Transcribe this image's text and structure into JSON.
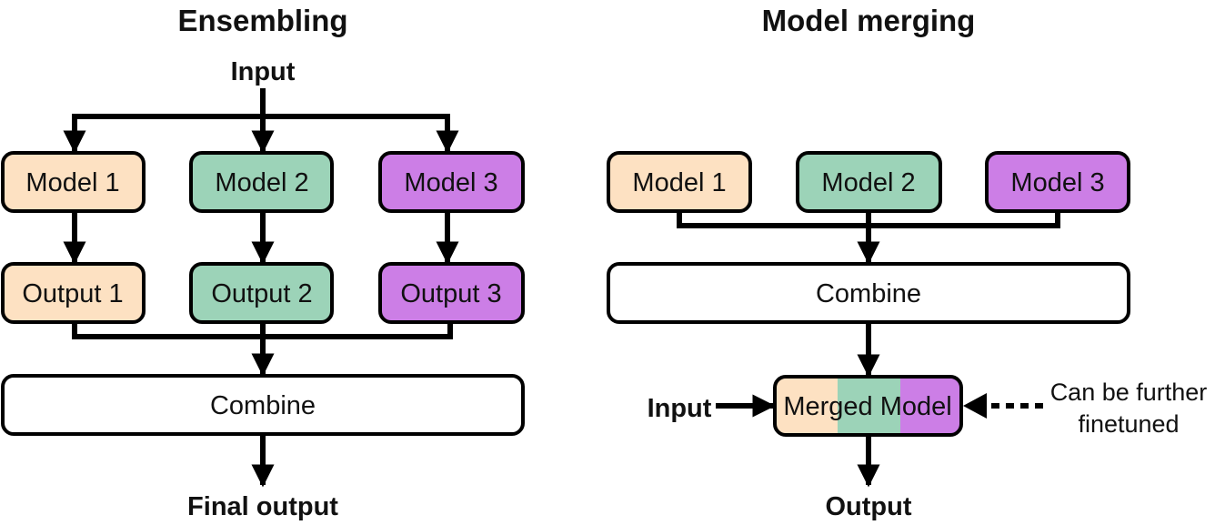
{
  "colors": {
    "model1": "#FDE1C2",
    "model2": "#9CD3B8",
    "model3": "#CC7EE6",
    "neutral": "#FFFFFF",
    "stroke": "#000000"
  },
  "ensembling": {
    "title": "Ensembling",
    "input": "Input",
    "models": [
      "Model 1",
      "Model 2",
      "Model 3"
    ],
    "outputs": [
      "Output 1",
      "Output 2",
      "Output 3"
    ],
    "combine": "Combine",
    "final_output": "Final output"
  },
  "merging": {
    "title": "Model merging",
    "models": [
      "Model 1",
      "Model 2",
      "Model 3"
    ],
    "combine": "Combine",
    "merged_model": "Merged Model",
    "input": "Input",
    "output": "Output",
    "note_line1": "Can be further",
    "note_line2": "finetuned"
  }
}
